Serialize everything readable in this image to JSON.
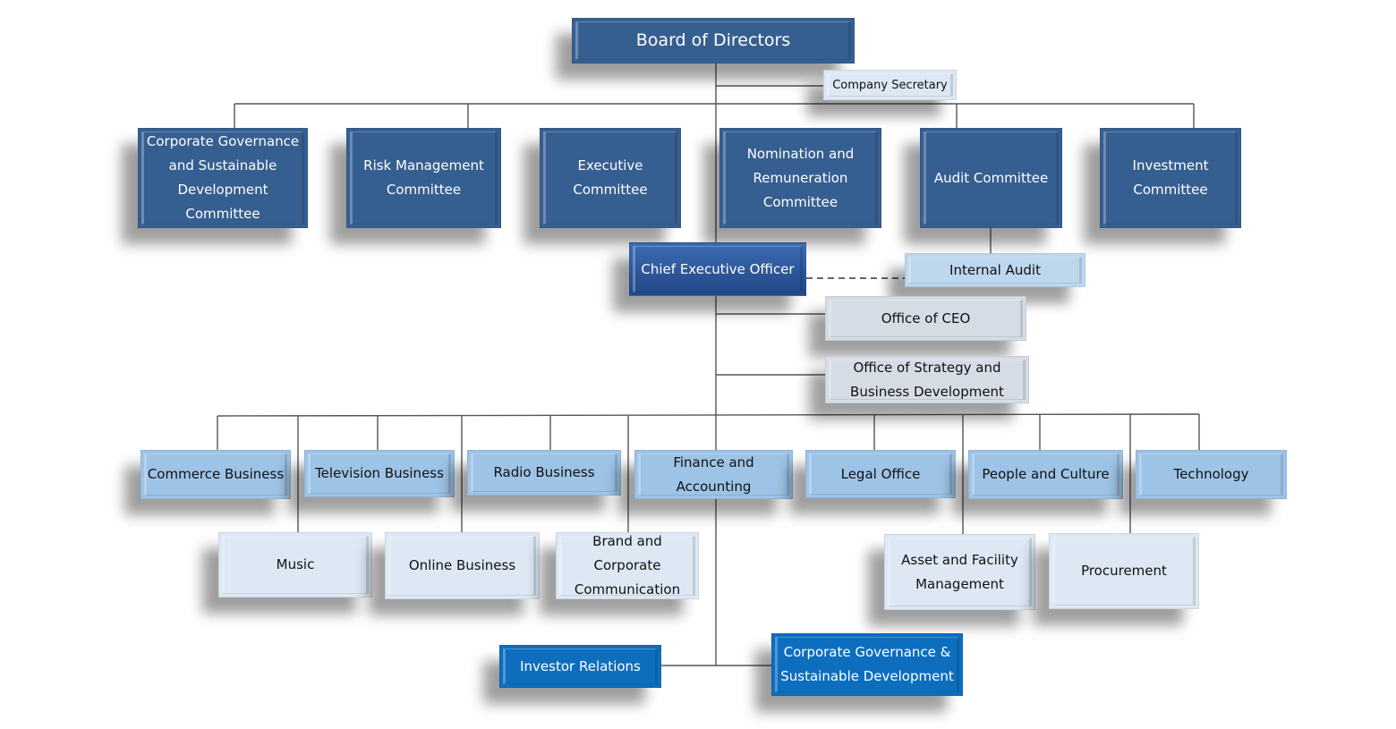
{
  "title": "Organization Chart",
  "colors": {
    "committee": "#365f91",
    "ceo": "#2b5597",
    "department": "#9dc3e6",
    "internal_audit": "#bdd7ee",
    "office": "#d6dce5",
    "sub_unit": "#dde8f4",
    "ceo_support": "#0d6ebe",
    "connector": "#555555"
  },
  "board": {
    "label": "Board of Directors"
  },
  "company_secretary": {
    "label": "Company Secretary"
  },
  "committees": [
    {
      "label": "Corporate Governance\nand Sustainable\nDevelopment\nCommittee"
    },
    {
      "label": "Risk Management\nCommittee"
    },
    {
      "label": "Executive\nCommittee"
    },
    {
      "label": "Nomination and\nRemuneration\nCommittee"
    },
    {
      "label": "Audit Committee"
    },
    {
      "label": "Investment\nCommittee"
    }
  ],
  "ceo": {
    "label": "Chief Executive Officer"
  },
  "internal_audit": {
    "label": "Internal Audit",
    "relation": "dotted-line to CEO"
  },
  "offices": [
    {
      "label": "Office of CEO"
    },
    {
      "label": "Office of Strategy and\nBusiness Development"
    }
  ],
  "departments": [
    {
      "label": "Commerce Business"
    },
    {
      "label": "Television Business"
    },
    {
      "label": "Radio Business"
    },
    {
      "label": "Finance and\nAccounting"
    },
    {
      "label": "Legal Office"
    },
    {
      "label": "People and Culture"
    },
    {
      "label": "Technology"
    }
  ],
  "sub_units": [
    {
      "label": "Music"
    },
    {
      "label": "Online Business"
    },
    {
      "label": "Brand and\nCorporate\nCommunication"
    },
    {
      "label": "Asset and Facility\nManagement"
    },
    {
      "label": "Procurement"
    }
  ],
  "ceo_support": [
    {
      "label": "Investor Relations"
    },
    {
      "label": "Corporate Governance &\nSustainable Development"
    }
  ]
}
